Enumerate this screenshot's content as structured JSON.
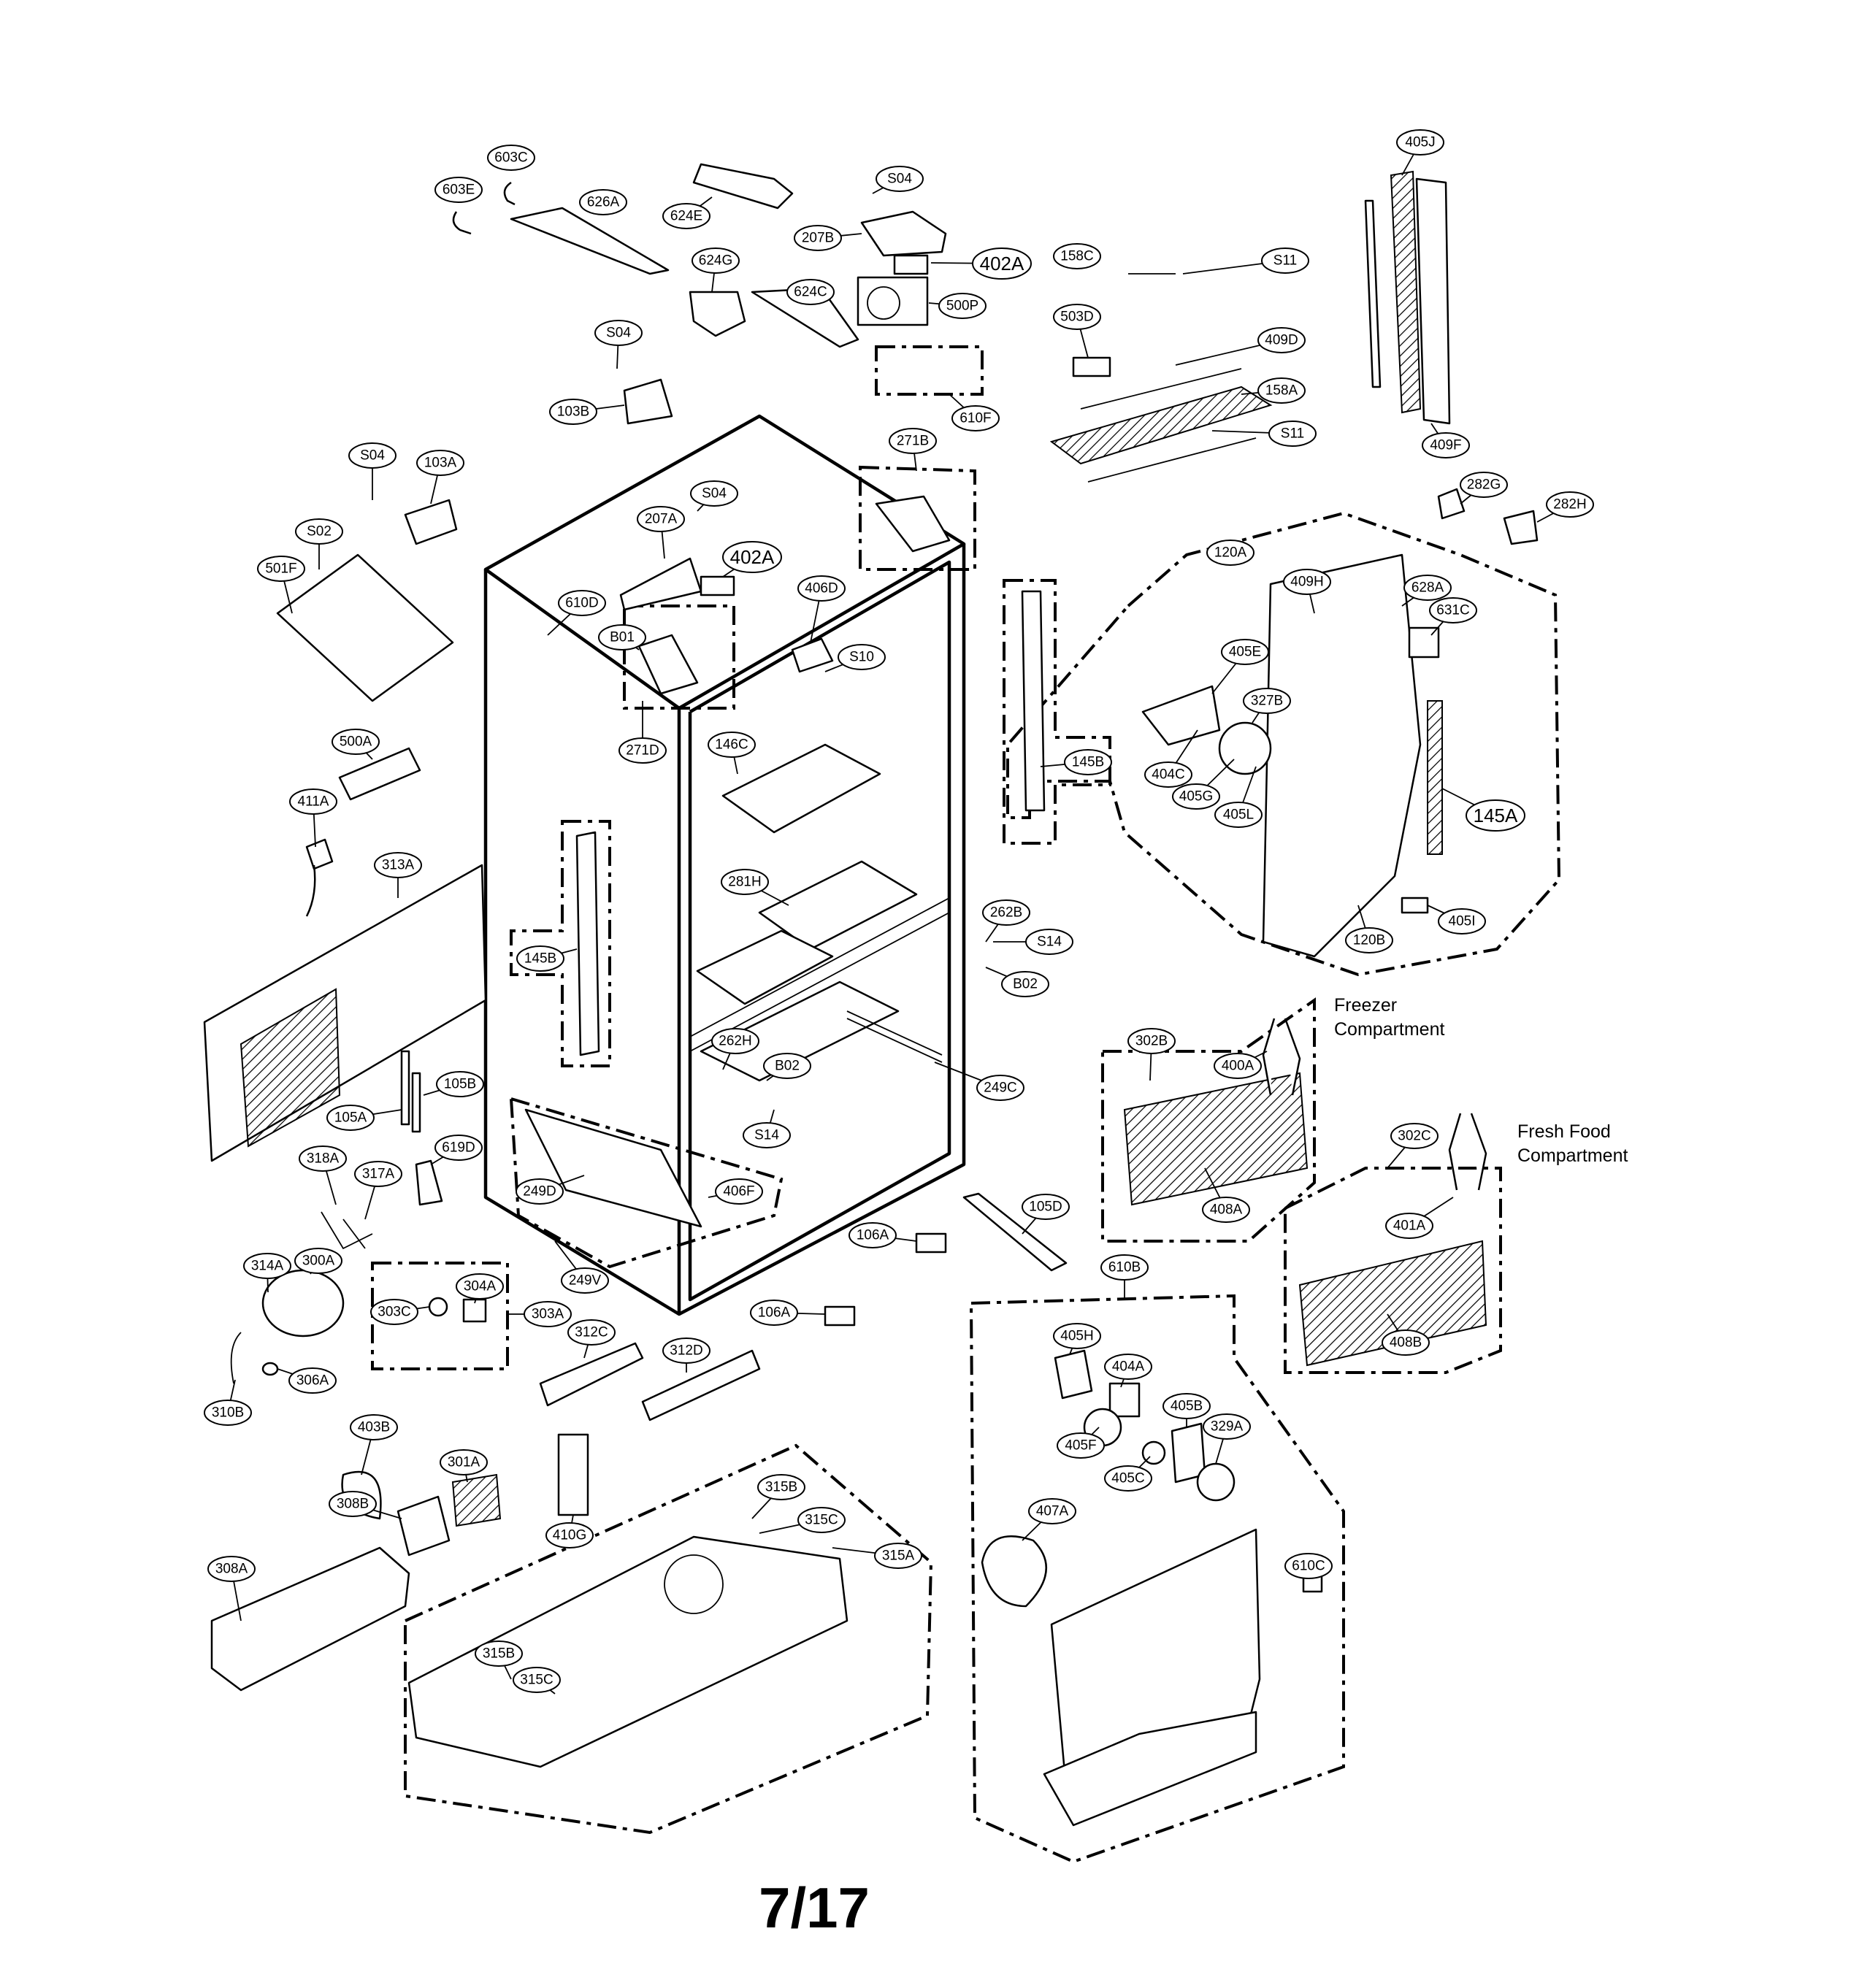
{
  "page_number": "7/17",
  "notes": {
    "freezer": [
      "Freezer",
      "Compartment"
    ],
    "fresh_food": [
      "Fresh Food",
      "Compartment"
    ]
  },
  "callouts": {
    "c603E": "603E",
    "c603C": "603C",
    "c626A": "626A",
    "c624E": "624E",
    "c624G": "624G",
    "c624C": "624C",
    "cS04a": "S04",
    "c207B": "207B",
    "c402Aa": "402A",
    "c500P": "500P",
    "c610F": "610F",
    "c158C": "158C",
    "cS11a": "S11",
    "c503D": "503D",
    "c409D": "409D",
    "c158A": "158A",
    "cS11b": "S11",
    "c405J": "405J",
    "c409F": "409F",
    "cS04b": "S04",
    "c103B": "103B",
    "c271B": "271B",
    "cS04c": "S04",
    "c103A": "103A",
    "cS02": "S02",
    "c501F": "501F",
    "cS04d": "S04",
    "c207A": "207A",
    "c402Ab": "402A",
    "c610D": "610D",
    "cB01": "B01",
    "c406D": "406D",
    "cS10": "S10",
    "c271D": "271D",
    "c146C": "146C",
    "c282G": "282G",
    "c282H": "282H",
    "c120A": "120A",
    "c409H": "409H",
    "c628A": "628A",
    "c631C": "631C",
    "c405E": "405E",
    "c327B": "327B",
    "c404C": "404C",
    "c405G": "405G",
    "c405L": "405L",
    "c145Aa": "145A",
    "c120B": "120B",
    "c405I": "405I",
    "c145Ba": "145B",
    "c500A": "500A",
    "c411A": "411A",
    "c313A": "313A",
    "c281H": "281H",
    "c262B": "262B",
    "cS14a": "S14",
    "cB02a": "B02",
    "c145Bb": "145B",
    "c262H": "262H",
    "cB02b": "B02",
    "cS14b": "S14",
    "c249C": "249C",
    "c302B": "302B",
    "c400A": "400A",
    "c408A": "408A",
    "c105B": "105B",
    "c105A": "105A",
    "c318A": "318A",
    "c317A": "317A",
    "c619D": "619D",
    "c249D": "249D",
    "c406F": "406F",
    "c249V": "249V",
    "c106Aa": "106A",
    "c105D": "105D",
    "c302C": "302C",
    "c401A": "401A",
    "c408B": "408B",
    "c314A": "314A",
    "c300A": "300A",
    "c304A": "304A",
    "c303C": "303C",
    "c303A": "303A",
    "c312C": "312C",
    "c312D": "312D",
    "c106Ab": "106A",
    "c610B": "610B",
    "c405H": "405H",
    "c404A": "404A",
    "c306A": "306A",
    "c310B": "310B",
    "c403B": "403B",
    "c301A": "301A",
    "c405B": "405B",
    "c329A": "329A",
    "c405F": "405F",
    "c405C": "405C",
    "c410G": "410G",
    "c315B": "315B",
    "c315C": "315C",
    "c308B": "308B",
    "c407A": "407A",
    "c315A": "315A",
    "c308A": "308A",
    "c610C": "610C",
    "c315Bb": "315B",
    "c315Cb": "315C"
  }
}
